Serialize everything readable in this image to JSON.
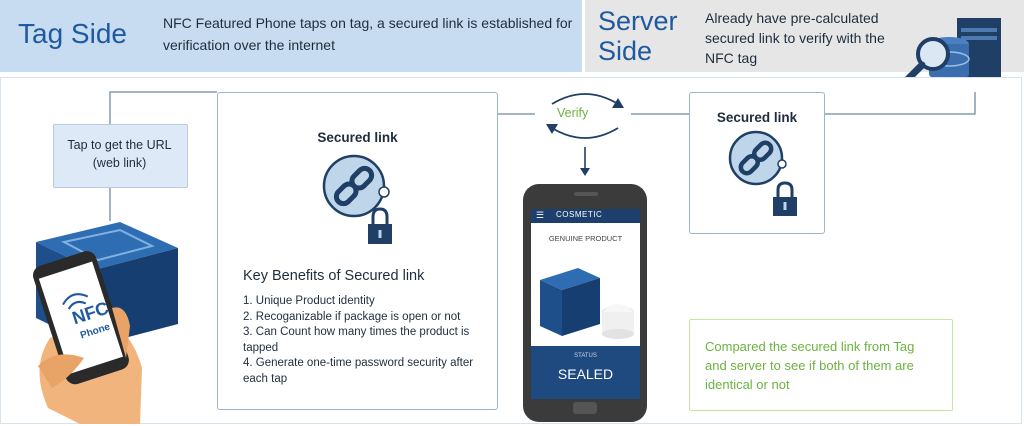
{
  "tag_side": {
    "title": "Tag Side",
    "description": "NFC Featured Phone taps on tag, a secured link is established for verification over the internet"
  },
  "server_side": {
    "title": "Server Side",
    "description": "Already have pre-calculated secured link to verify with the NFC tag"
  },
  "tap_box": {
    "text": "Tap to get the URL (web link)"
  },
  "verify_label": "Verify",
  "secured_link_label": "Secured link",
  "benefits": {
    "title": "Key Benefits of Secured link",
    "items": [
      "1. Unique Product identity",
      "2. Recoganizable if package is open or not",
      "3. Can Count how many times the product is tapped",
      "4. Generate one-time password security after each tap"
    ]
  },
  "phone": {
    "brand": "COSMETIC",
    "product": "GENUINE PRODUCT",
    "status_label": "STATUS",
    "status": "SEALED",
    "nfc_text": "NFC",
    "nfc_sub": "Phone"
  },
  "compare_note": "Compared the secured link from Tag and server to see if both of them are identical or not",
  "colors": {
    "accent_blue": "#1f5aa0",
    "accent_green": "#6cb33f",
    "header_blue": "#c7dcf0",
    "header_grey": "#e6e6e6"
  },
  "icons": [
    "server-magnifier-icon",
    "chain-link-icon",
    "padlock-icon",
    "nfc-box-icon",
    "hand-phone-icon",
    "verify-arrows-icon"
  ]
}
